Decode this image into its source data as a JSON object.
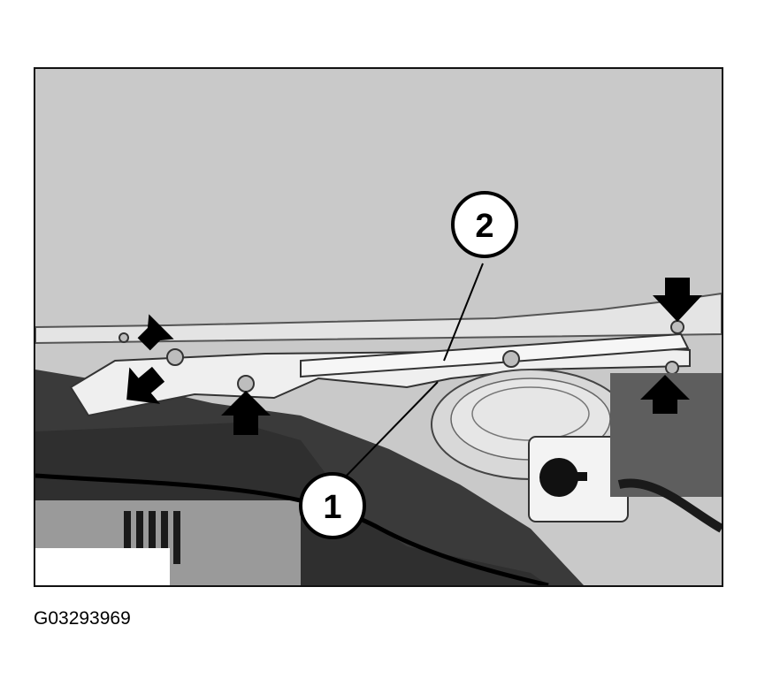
{
  "figure": {
    "code": "G03293969",
    "callouts": [
      {
        "label": "1"
      },
      {
        "label": "2"
      }
    ],
    "arrow_count": 5,
    "colors": {
      "background": "#c9c9c9",
      "panel_light": "#ececec",
      "panel_dark": "#3e3e3e",
      "ink": "#000000"
    }
  }
}
